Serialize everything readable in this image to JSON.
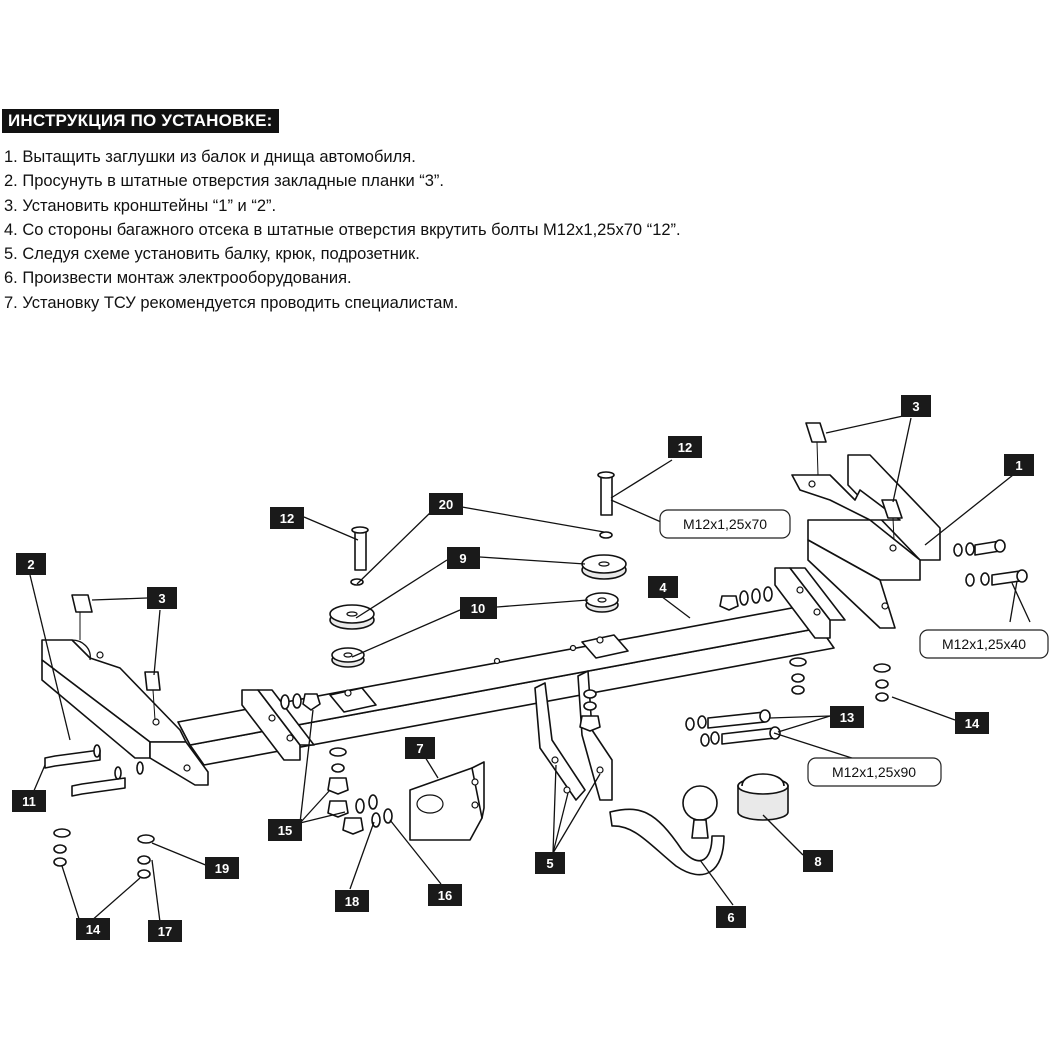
{
  "heading": "ИНСТРУКЦИЯ ПО УСТАНОВКЕ:",
  "steps": [
    "1. Вытащить заглушки из балок и днища автомобиля.",
    "2. Просунуть в штатные отверстия закладные планки “3”.",
    "3. Установить кронштейны “1” и “2”.",
    "4. Со стороны багажного отсека в штатные отверстия вкрутить болты М12х1,25х70 “12”.",
    "5. Следуя схеме установить балку, крюк, подрозетник.",
    "6. Произвести монтаж электрооборудования.",
    "7. Установку ТСУ рекомендуется проводить специалистам."
  ],
  "labels": {
    "l1": "1",
    "l2": "2",
    "l3a": "3",
    "l3b": "3",
    "l4": "4",
    "l5": "5",
    "l6": "6",
    "l7": "7",
    "l8": "8",
    "l9": "9",
    "l10": "10",
    "l11": "11",
    "l12a": "12",
    "l12b": "12",
    "l13": "13",
    "l14a": "14",
    "l14b": "14",
    "l15": "15",
    "l16": "16",
    "l17": "17",
    "l18": "18",
    "l19": "19",
    "l20": "20"
  },
  "callouts": {
    "bolt70": "M12x1,25x70",
    "bolt40": "M12x1,25x40",
    "bolt90": "M12x1,25x90"
  }
}
